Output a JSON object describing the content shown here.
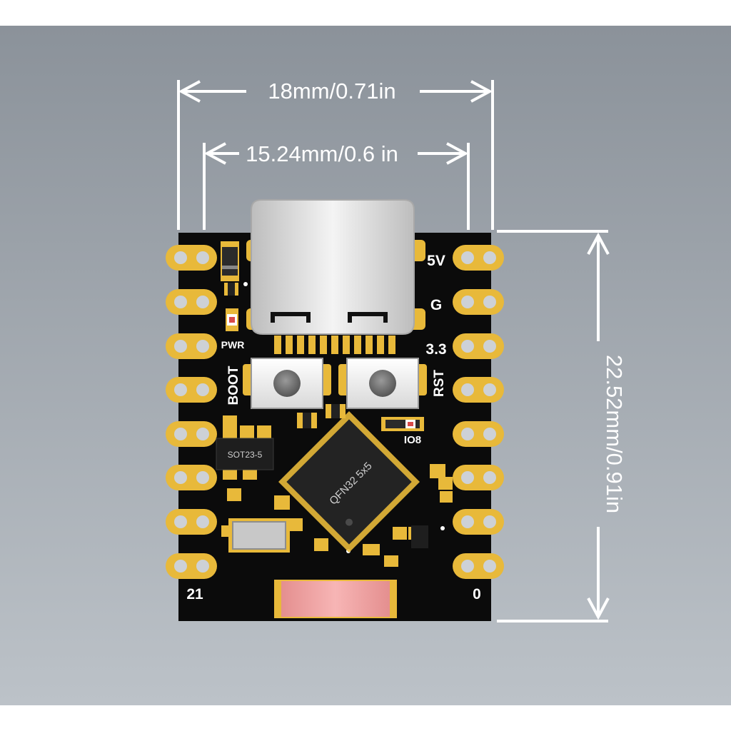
{
  "dimensions": {
    "outer_width": "18mm/0.71in",
    "pin_spacing": "15.24mm/0.6 in",
    "height": "22.52mm/0.91in"
  },
  "silkscreen": {
    "pwr": "PWR",
    "boot": "BOOT",
    "rst": "RST",
    "io8": "IO8",
    "five_v": "5V",
    "gnd": "G",
    "three_v3": "3.3",
    "pin_21": "21",
    "pin_0": "0"
  },
  "chips": {
    "regulator": "SOT23-5",
    "mcu": "QFN32 5x5"
  },
  "colors": {
    "background_top": "#8d949c",
    "background_bottom": "#b9bfc6",
    "pcb": "#0b0b0b",
    "pad_gold": "#e8b93a",
    "usb_metal": "#dcdcdc",
    "antenna": "#f2a6a6"
  }
}
